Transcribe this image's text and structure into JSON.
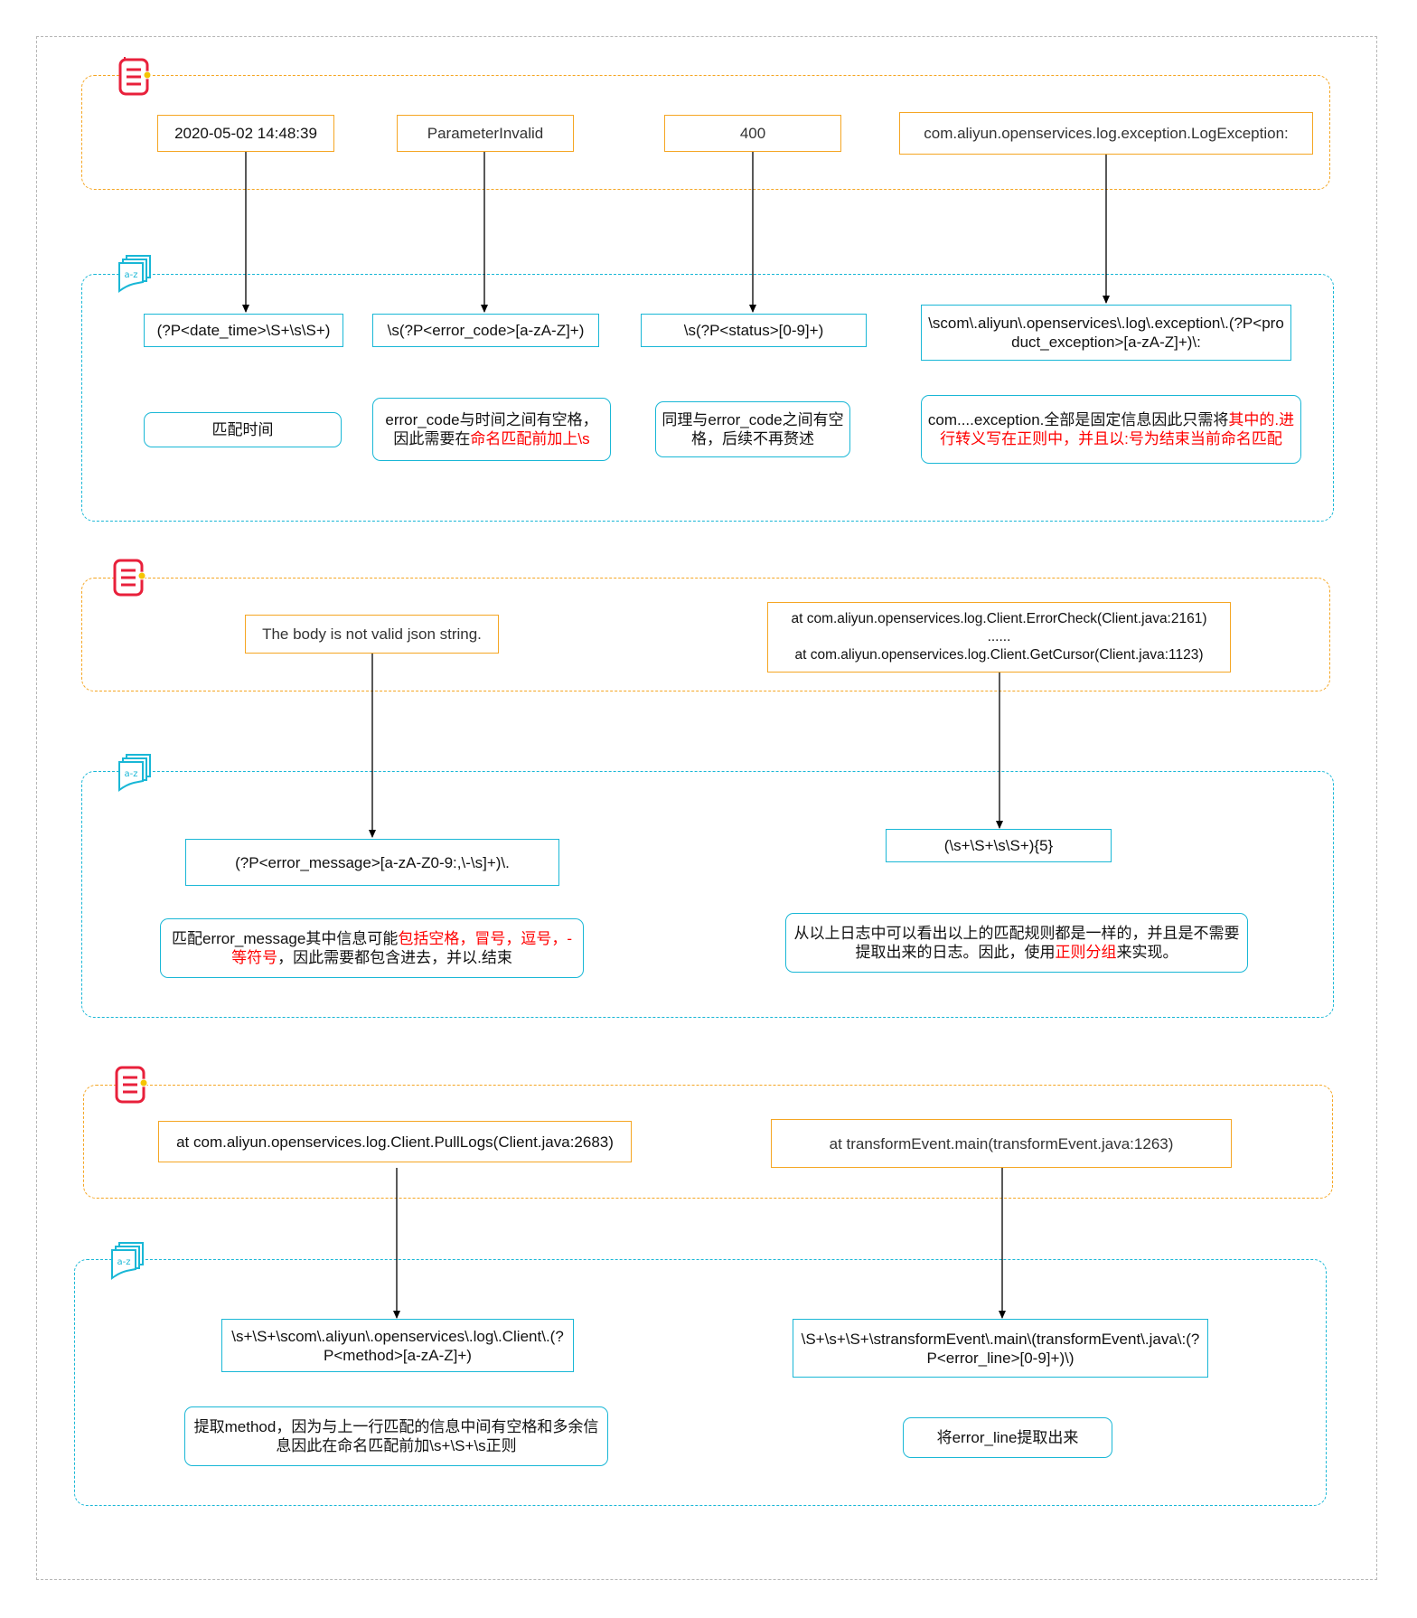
{
  "sections": [
    {
      "log_items": [
        "2020-05-02 14:48:39",
        "ParameterInvalid",
        "400",
        "com.aliyun.openservices.log.exception.LogException:"
      ],
      "regex_items": [
        "(?P<date_time>\\S+\\s\\S+)",
        "\\s(?P<error_code>[a-zA-Z]+)",
        "\\s(?P<status>[0-9]+)",
        "\\scom\\.aliyun\\.openservices\\.log\\.exception\\.(?P<product_exception>[a-zA-Z]+)\\:"
      ],
      "notes": [
        {
          "parts": [
            {
              "text": "匹配时间",
              "red": false
            }
          ]
        },
        {
          "parts": [
            {
              "text": "error_code与时间之间有空格，因此需要在",
              "red": false
            },
            {
              "text": "命名匹配前加上\\s",
              "red": true
            }
          ]
        },
        {
          "parts": [
            {
              "text": "同理与error_code之间有空格，后续不再赘述",
              "red": false
            }
          ]
        },
        {
          "parts": [
            {
              "text": "com....exception.全部是固定信息因此只需将",
              "red": false
            },
            {
              "text": "其中的.进行转义写在正则中，并且以:号为结束当前命名匹配",
              "red": true
            }
          ]
        }
      ]
    },
    {
      "log_items": [
        "The body is not valid json string.",
        "at com.aliyun.openservices.log.Client.ErrorCheck(Client.java:2161)\n......\nat com.aliyun.openservices.log.Client.GetCursor(Client.java:1123)"
      ],
      "regex_items": [
        "(?P<error_message>[a-zA-Z0-9:,\\-\\s]+)\\.",
        "(\\s+\\S+\\s\\S+){5}"
      ],
      "notes": [
        {
          "parts": [
            {
              "text": "匹配error_message其中信息可能",
              "red": false
            },
            {
              "text": "包括空格，冒号，逗号，-等符号",
              "red": true
            },
            {
              "text": "，因此需要都包含进去，并以.结束",
              "red": false
            }
          ]
        },
        {
          "parts": [
            {
              "text": "从以上日志中可以看出以上的匹配规则都是一样的，并且是不需要提取出来的日志。因此，使用",
              "red": false
            },
            {
              "text": "正则分组",
              "red": true
            },
            {
              "text": "来实现。",
              "red": false
            }
          ]
        }
      ]
    },
    {
      "log_items": [
        "at com.aliyun.openservices.log.Client.PullLogs(Client.java:2683)",
        "at transformEvent.main(transformEvent.java:1263)"
      ],
      "regex_items": [
        "\\s+\\S+\\scom\\.aliyun\\.openservices\\.log\\.Client\\.(?P<method>[a-zA-Z]+)",
        "\\S+\\s+\\S+\\stransformEvent\\.main\\(transformEvent\\.java\\:(?P<error_line>[0-9]+)\\)"
      ],
      "notes": [
        {
          "parts": [
            {
              "text": "提取method，因为与上一行匹配的信息中间有空格和多余信息因此在命名匹配前加\\s+\\S+\\s正则",
              "red": false
            }
          ]
        },
        {
          "parts": [
            {
              "text": "将error_line提取出来",
              "red": false
            }
          ]
        }
      ]
    }
  ],
  "icons": {
    "log_group_icon": "log-document-icon",
    "regex_group_icon": "a-z-regex-pages-icon",
    "a_z_label": "a-z"
  },
  "colors": {
    "log_border": "#f5a623",
    "regex_border": "#19b7d6",
    "highlight": "#ff0000",
    "icon_red": "#e8203b",
    "icon_cyan": "#19b7d6"
  }
}
